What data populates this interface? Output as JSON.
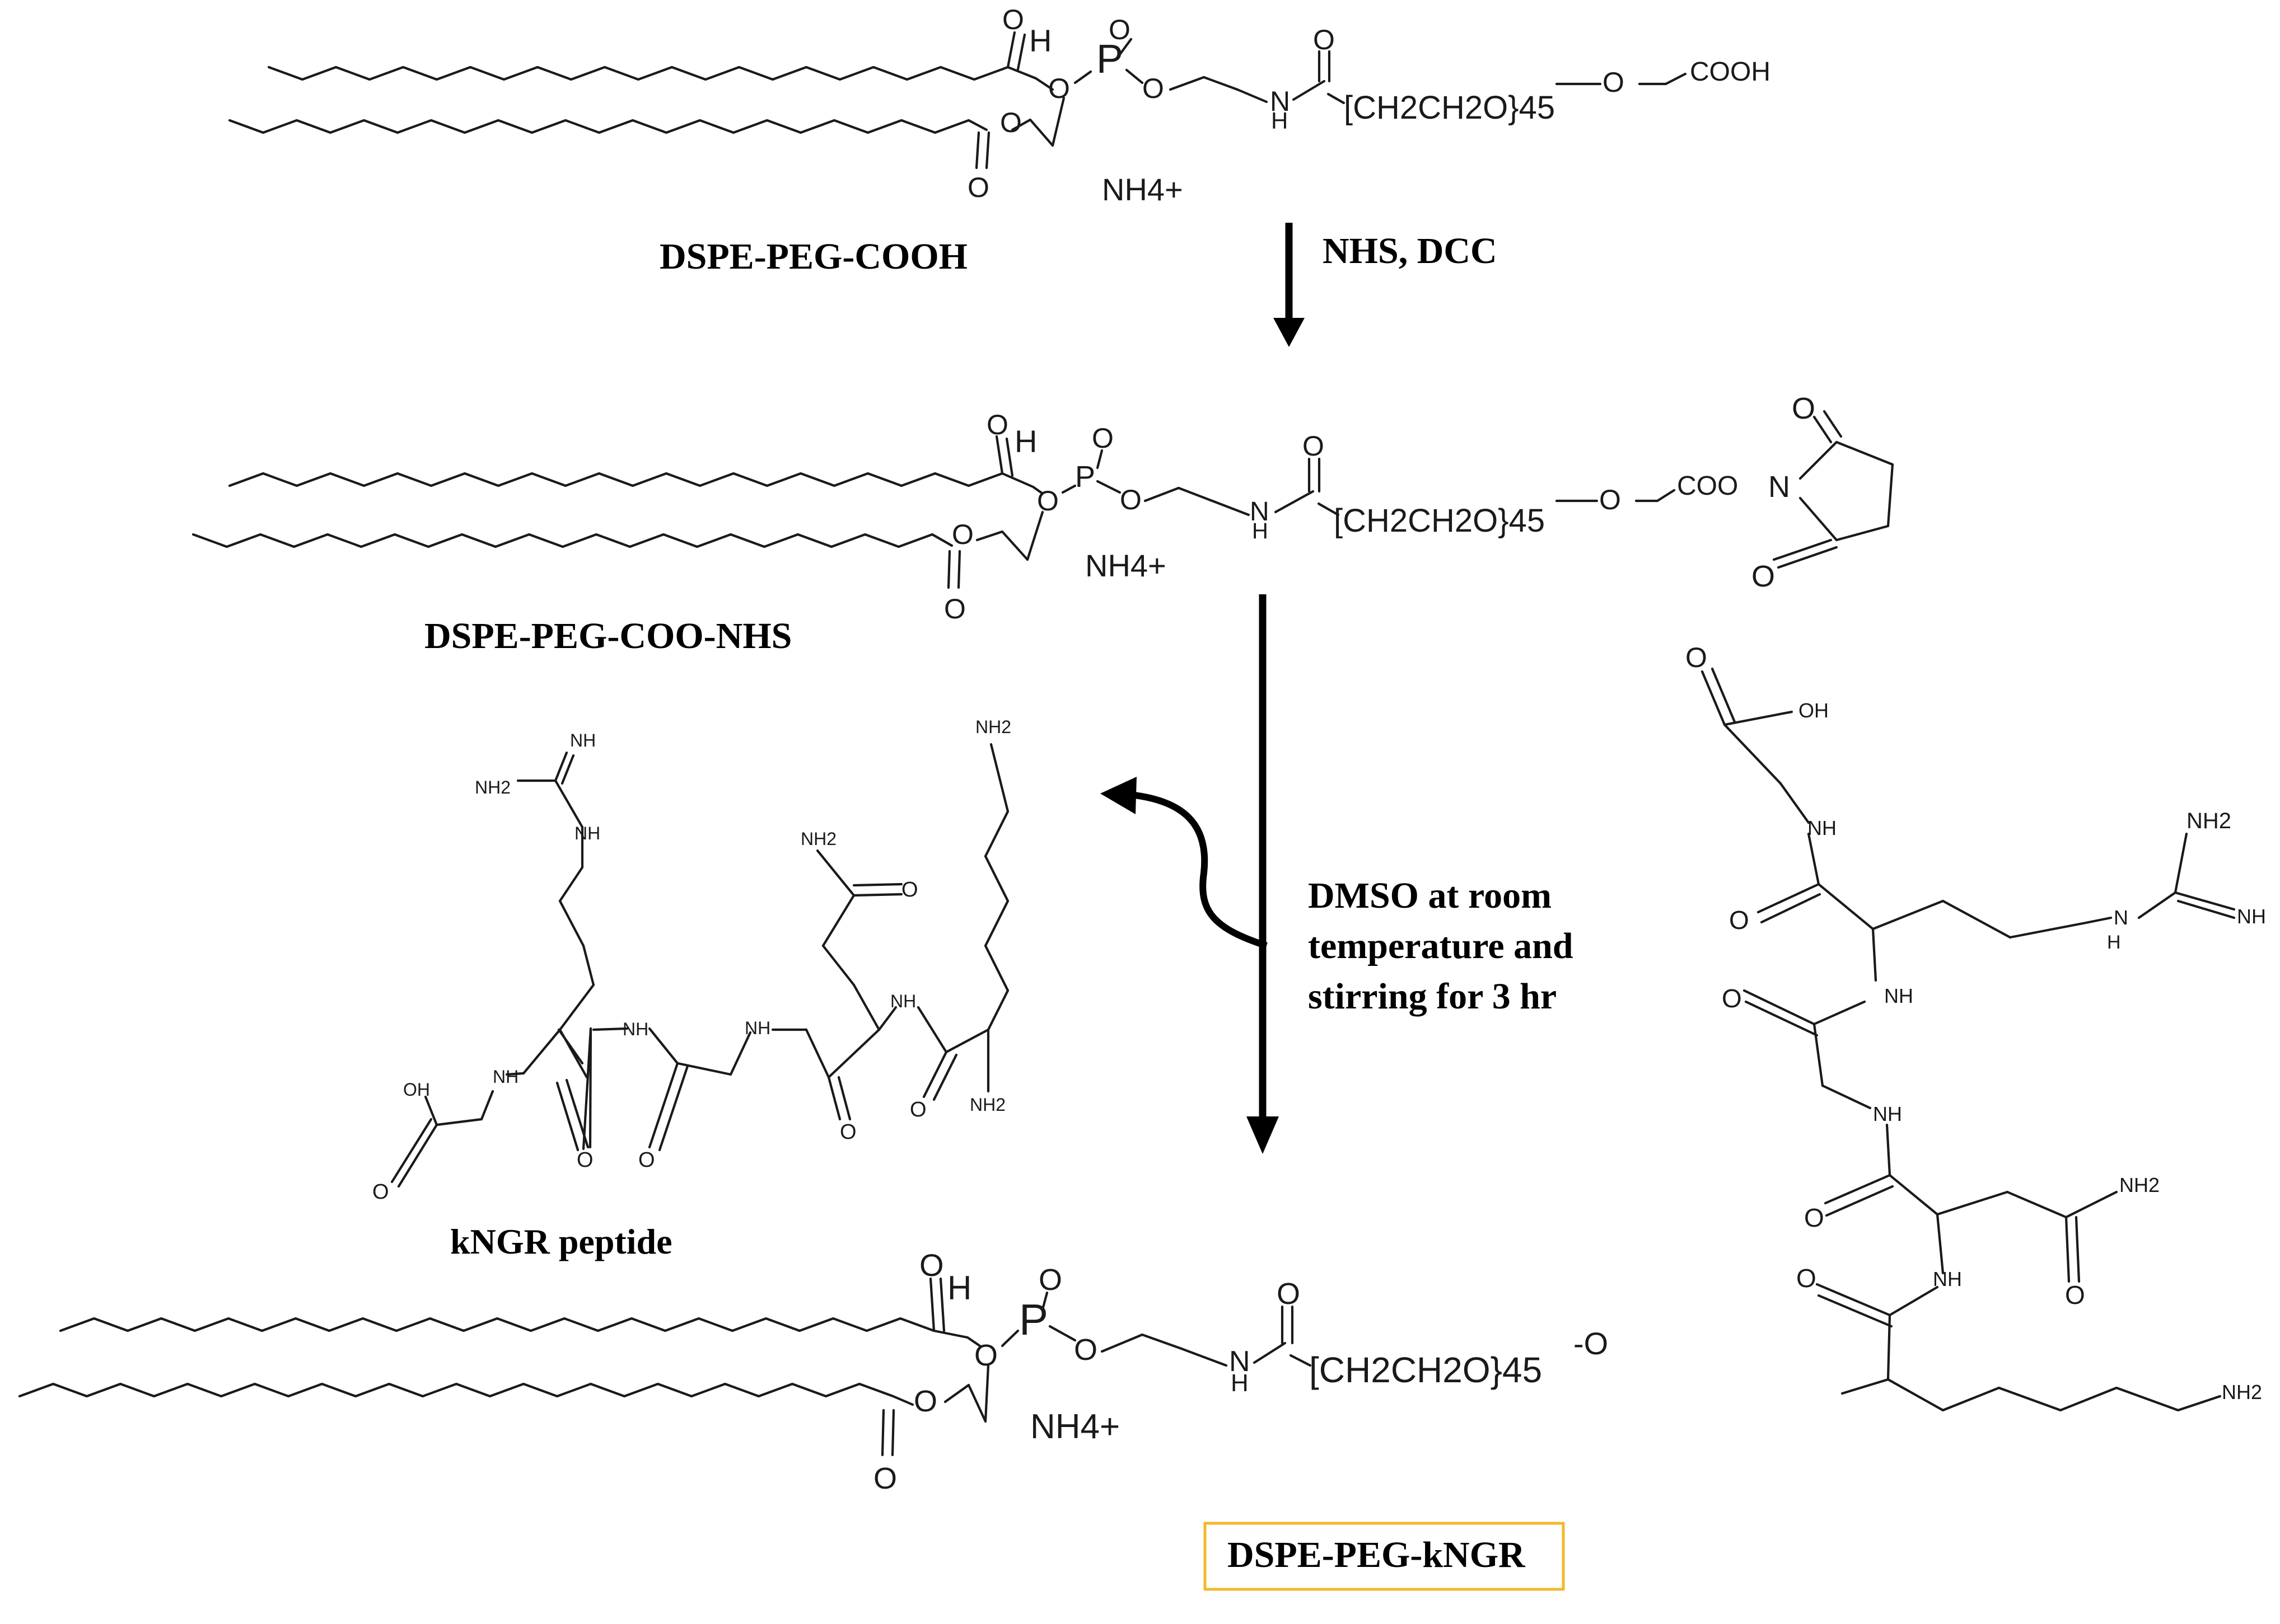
{
  "labels": {
    "reactant": "DSPE-PEG-COOH",
    "intermediate": "DSPE-PEG-COO-NHS",
    "peptide": "kNGR peptide",
    "product": "DSPE-PEG-kNGR"
  },
  "conditions": {
    "step1": "NHS, DCC",
    "step2_line1": "DMSO at room",
    "step2_line2": "temperature and",
    "step2_line3": "stirring for 3 hr"
  },
  "atoms": {
    "O": "O",
    "H": "H",
    "P": "P",
    "N": "N",
    "NH": "NH",
    "H_small": "H",
    "N_small": "N",
    "OH": "OH",
    "NH2": "NH2",
    "NH2_sub": "2",
    "NH4": "NH4+",
    "peg": "[CH2CH2O}45",
    "cooh": "COOH",
    "coo": "COO",
    "dash_o": "-O"
  },
  "colors": {
    "highlight_box": "#f2b92a",
    "ink": "#1a1a1a"
  }
}
